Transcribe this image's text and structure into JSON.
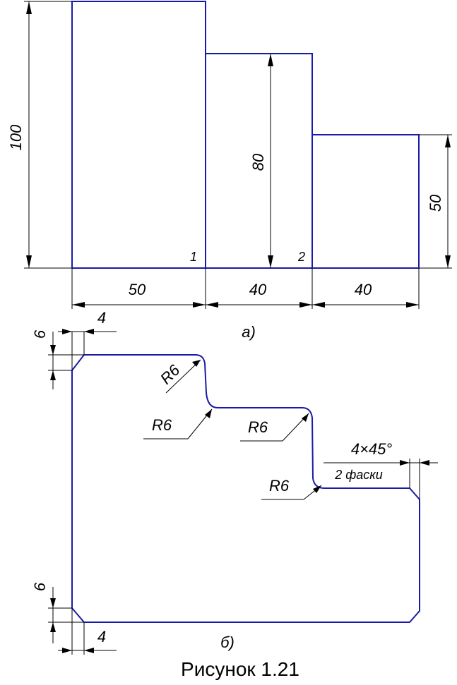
{
  "part_a": {
    "heights": {
      "h1": "100",
      "h2": "80",
      "h3": "50"
    },
    "widths": {
      "w1": "50",
      "w2": "40",
      "w3": "40"
    },
    "points": {
      "p1": "1",
      "p2": "2"
    },
    "label": "а)"
  },
  "part_b": {
    "chamfer_top_v": "6",
    "chamfer_top_h": "4",
    "chamfer_bottom_v": "6",
    "chamfer_bottom_h": "4",
    "radius_1": "R6",
    "radius_2": "R6",
    "radius_3": "R6",
    "radius_4": "R6",
    "chamfer_spec": "4×45°",
    "chamfer_count": "2 фаски",
    "label": "б)"
  },
  "caption": "Рисунок 1.21",
  "colors": {
    "outline": "#1a1aa8",
    "dimension": "#000000"
  }
}
